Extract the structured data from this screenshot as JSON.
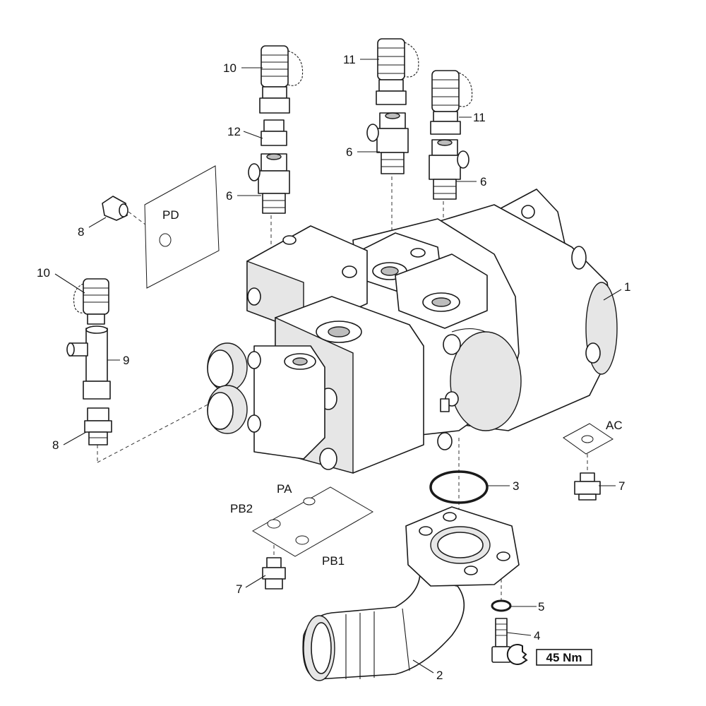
{
  "callouts": {
    "c1": "1",
    "c2": "2",
    "c3": "3",
    "c4": "4",
    "c5": "5",
    "c6a": "6",
    "c6b": "6",
    "c6c": "6",
    "c7a": "7",
    "c7b": "7",
    "c8a": "8",
    "c8b": "8",
    "c9": "9",
    "c10a": "10",
    "c10b": "10",
    "c11a": "11",
    "c11b": "11",
    "c12": "12"
  },
  "ports": {
    "pd": "PD",
    "pa": "PA",
    "pb1": "PB1",
    "pb2": "PB2",
    "ac": "AC"
  },
  "torque": "45 Nm",
  "icons": {
    "wrench": "wrench-icon"
  }
}
